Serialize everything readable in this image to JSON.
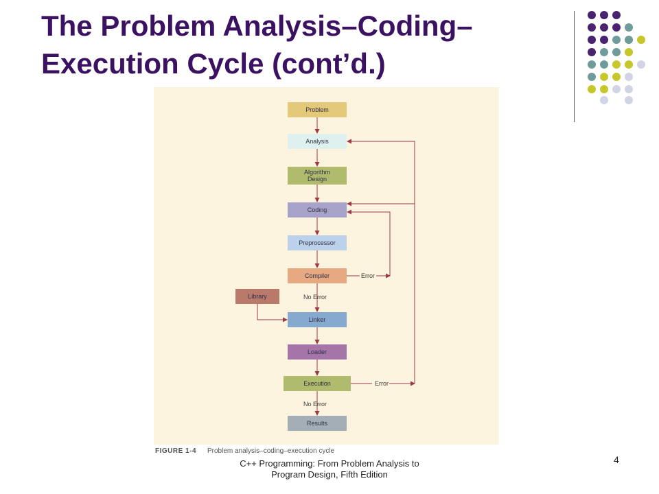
{
  "slide": {
    "title": "The Problem Analysis–Coding–Execution Cycle (cont’d.)",
    "footer_line1": "C++ Programming: From Problem Analysis to",
    "footer_line2": "Program Design, Fifth Edition",
    "page_number": "4"
  },
  "theme": {
    "title_color": "#3b1262",
    "dot_colors": {
      "purple": "#4a2270",
      "teal": "#6f9b9b",
      "olive": "#c6c72a",
      "lavender": "#d3d3e6"
    },
    "edge_color": "#9a3a46"
  },
  "figure": {
    "label": "FIGURE 1-4",
    "caption": "Problem analysis–coding–execution cycle",
    "nodes": [
      {
        "id": "problem",
        "label": "Problem",
        "color": "#e4c97a"
      },
      {
        "id": "analysis",
        "label": "Analysis",
        "color": "#dff1ef"
      },
      {
        "id": "algorithm",
        "label": "Algorithm Design",
        "color": "#b0bb6d"
      },
      {
        "id": "coding",
        "label": "Coding",
        "color": "#a6a2c9"
      },
      {
        "id": "preprocessor",
        "label": "Preprocessor",
        "color": "#bcd1ea"
      },
      {
        "id": "compiler",
        "label": "Compiler",
        "color": "#e6a982"
      },
      {
        "id": "library",
        "label": "Library",
        "color": "#b97a6c"
      },
      {
        "id": "linker",
        "label": "Linker",
        "color": "#86a9cf"
      },
      {
        "id": "loader",
        "label": "Loader",
        "color": "#a574a8"
      },
      {
        "id": "execution",
        "label": "Execution",
        "color": "#b0bb6d"
      },
      {
        "id": "results",
        "label": "Results",
        "color": "#a3aeb6"
      }
    ],
    "edge_labels": {
      "compiler_error": "Error",
      "compiler_no_error": "No Error",
      "execution_error": "Error",
      "execution_no_error": "No Error"
    }
  }
}
